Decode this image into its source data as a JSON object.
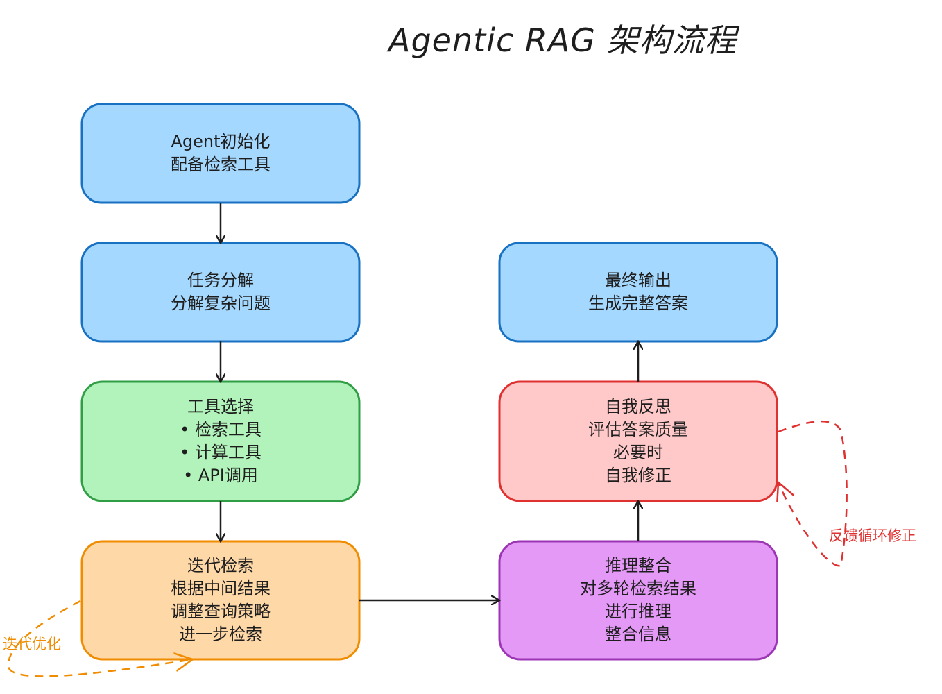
{
  "title": "Agentic RAG 架构流程",
  "colors": {
    "blue_fill": "#a5d8ff",
    "blue_stroke": "#1971c2",
    "green_fill": "#b2f2bb",
    "green_stroke": "#2f9e44",
    "orange_fill": "#ffd8a8",
    "orange_stroke": "#f08c00",
    "red_fill": "#ffc9c9",
    "red_stroke": "#e03131",
    "purple_fill": "#e599f7",
    "purple_stroke": "#9c36b5",
    "arrow": "#1e1e1e"
  },
  "nodes": {
    "init": {
      "lines": [
        "Agent初始化",
        "配备检索工具"
      ]
    },
    "decompose": {
      "lines": [
        "任务分解",
        "分解复杂问题"
      ]
    },
    "tools": {
      "lines": [
        "工具选择",
        "• 检索工具",
        "• 计算工具",
        "• API调用"
      ]
    },
    "iterate": {
      "lines": [
        "迭代检索",
        "根据中间结果",
        "调整查询策略",
        "进一步检索"
      ]
    },
    "reason": {
      "lines": [
        "推理整合",
        "对多轮检索结果",
        "进行推理",
        "整合信息"
      ]
    },
    "reflect": {
      "lines": [
        "自我反思",
        "评估答案质量",
        "必要时",
        "自我修正"
      ]
    },
    "output": {
      "lines": [
        "最终输出",
        "生成完整答案"
      ]
    }
  },
  "edge_labels": {
    "iterate_loop": "迭代优化",
    "feedback_loop": "反馈循环修正"
  }
}
